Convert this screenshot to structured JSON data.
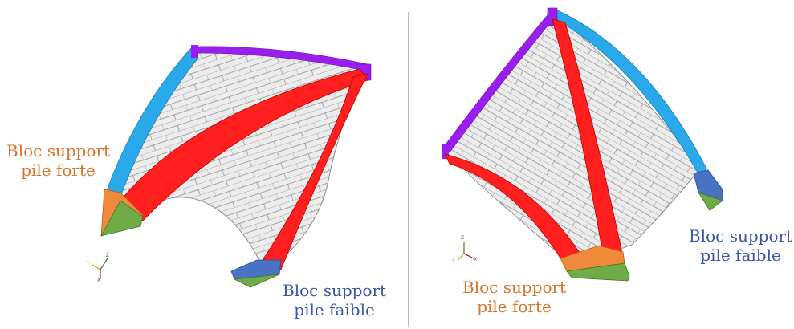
{
  "left_panel": {
    "label_strong": {
      "line1": "Bloc support",
      "line2": "pile forte"
    },
    "label_weak": {
      "line1": "Bloc support",
      "line2": "pile faible"
    },
    "triad": {
      "x": "X",
      "y": "Y",
      "z": "Z"
    }
  },
  "right_panel": {
    "label_weak": {
      "line1": "Bloc support",
      "line2": "pile faible"
    },
    "label_strong": {
      "line1": "Bloc support",
      "line2": "pile forte"
    },
    "triad": {
      "x": "X",
      "y": "Y",
      "z": "Z"
    }
  },
  "colors": {
    "web": "#e9e9e9",
    "joint": "#8c8c8c",
    "rib": "#ff1f1f",
    "wall_rib": "#29a9ea",
    "formeret": "#9b1ef0",
    "support_orange": "#f08a3a",
    "support_green": "#6fab46",
    "support_blue": "#4a72c4"
  }
}
